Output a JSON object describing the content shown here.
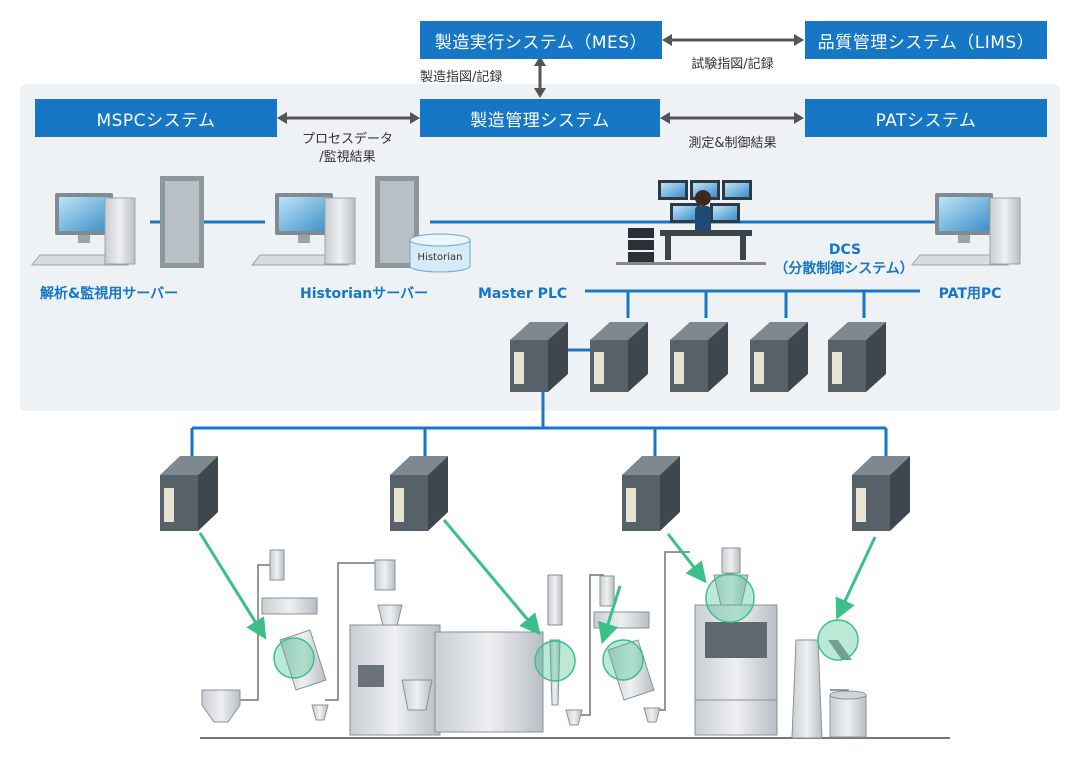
{
  "systems": {
    "mes": "製造実行システム（MES）",
    "lims": "品質管理システム（LIMS）",
    "mspc": "MSPCシステム",
    "mfg": "製造管理システム",
    "pat": "PATシステム"
  },
  "flows": {
    "mes_mfg": "製造指図/記録",
    "mes_lims": "試験指図/記録",
    "mspc_mfg_line1": "プロセスデータ",
    "mspc_mfg_line2": "/監視結果",
    "mfg_pat": "測定&制御結果"
  },
  "devices": {
    "analysis_server": "解析&監視用サーバー",
    "historian_server": "Historianサーバー",
    "historian_db": "Historian",
    "master_plc": "Master PLC",
    "pat_pc": "PAT用PC",
    "dcs_line1": "DCS",
    "dcs_line2": "（分散制御システム）"
  },
  "colors": {
    "system_box": "#1677c6",
    "network_line": "#1677c6",
    "panel_bg": "#eef2f5",
    "sensor_arrow": "#3cc08a"
  }
}
